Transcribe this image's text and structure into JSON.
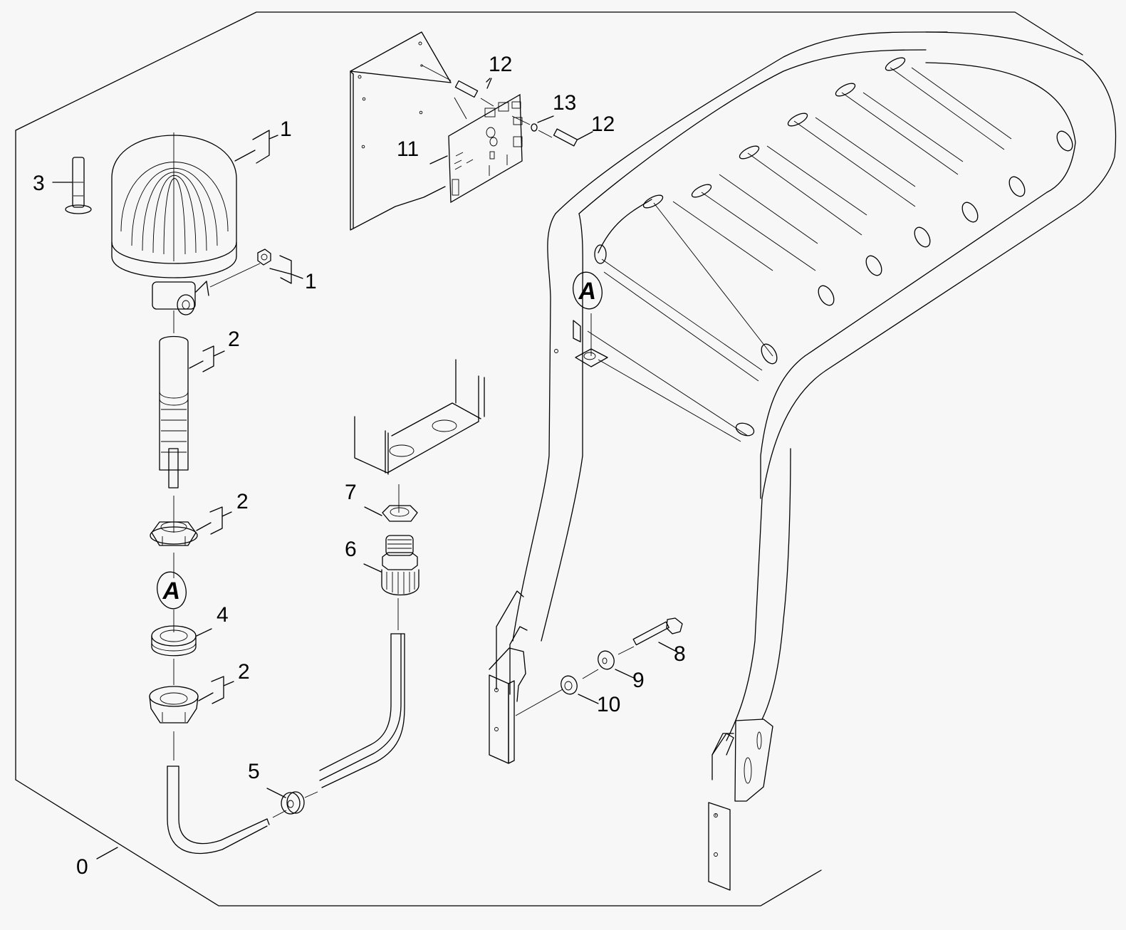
{
  "diagram": {
    "type": "exploded-parts-diagram",
    "subject": "beacon lamp assembly on roll bar canopy",
    "background_color": "#f7f7f7",
    "line_color": "#000000"
  },
  "callouts": [
    {
      "id": "c0",
      "label": "0",
      "part": "assembly-frame"
    },
    {
      "id": "c1a",
      "label": "1",
      "part": "beacon-lamp-dome"
    },
    {
      "id": "c1b",
      "label": "1",
      "part": "beacon-lamp-nut"
    },
    {
      "id": "c2a",
      "label": "2",
      "part": "mounting-tube"
    },
    {
      "id": "c2b",
      "label": "2",
      "part": "hex-nut-upper"
    },
    {
      "id": "c2c",
      "label": "2",
      "part": "flange-nut-lower"
    },
    {
      "id": "c3",
      "label": "3",
      "part": "bulb"
    },
    {
      "id": "c4",
      "label": "4",
      "part": "grommet-ring"
    },
    {
      "id": "c5",
      "label": "5",
      "part": "cable-grommet"
    },
    {
      "id": "c6",
      "label": "6",
      "part": "cable-gland"
    },
    {
      "id": "c7",
      "label": "7",
      "part": "lock-nut"
    },
    {
      "id": "c8",
      "label": "8",
      "part": "hex-bolt"
    },
    {
      "id": "c9",
      "label": "9",
      "part": "flat-washer"
    },
    {
      "id": "c10",
      "label": "10",
      "part": "lock-washer"
    },
    {
      "id": "c11",
      "label": "11",
      "part": "circuit-board"
    },
    {
      "id": "c12a",
      "label": "12",
      "part": "standoff-upper"
    },
    {
      "id": "c12b",
      "label": "12",
      "part": "standoff-right"
    },
    {
      "id": "c13",
      "label": "13",
      "part": "spacer-washer"
    }
  ],
  "references": [
    {
      "id": "refA1",
      "label": "A",
      "location": "below-hex-nut"
    },
    {
      "id": "refA2",
      "label": "A",
      "location": "roll-bar-mount-bracket"
    }
  ]
}
